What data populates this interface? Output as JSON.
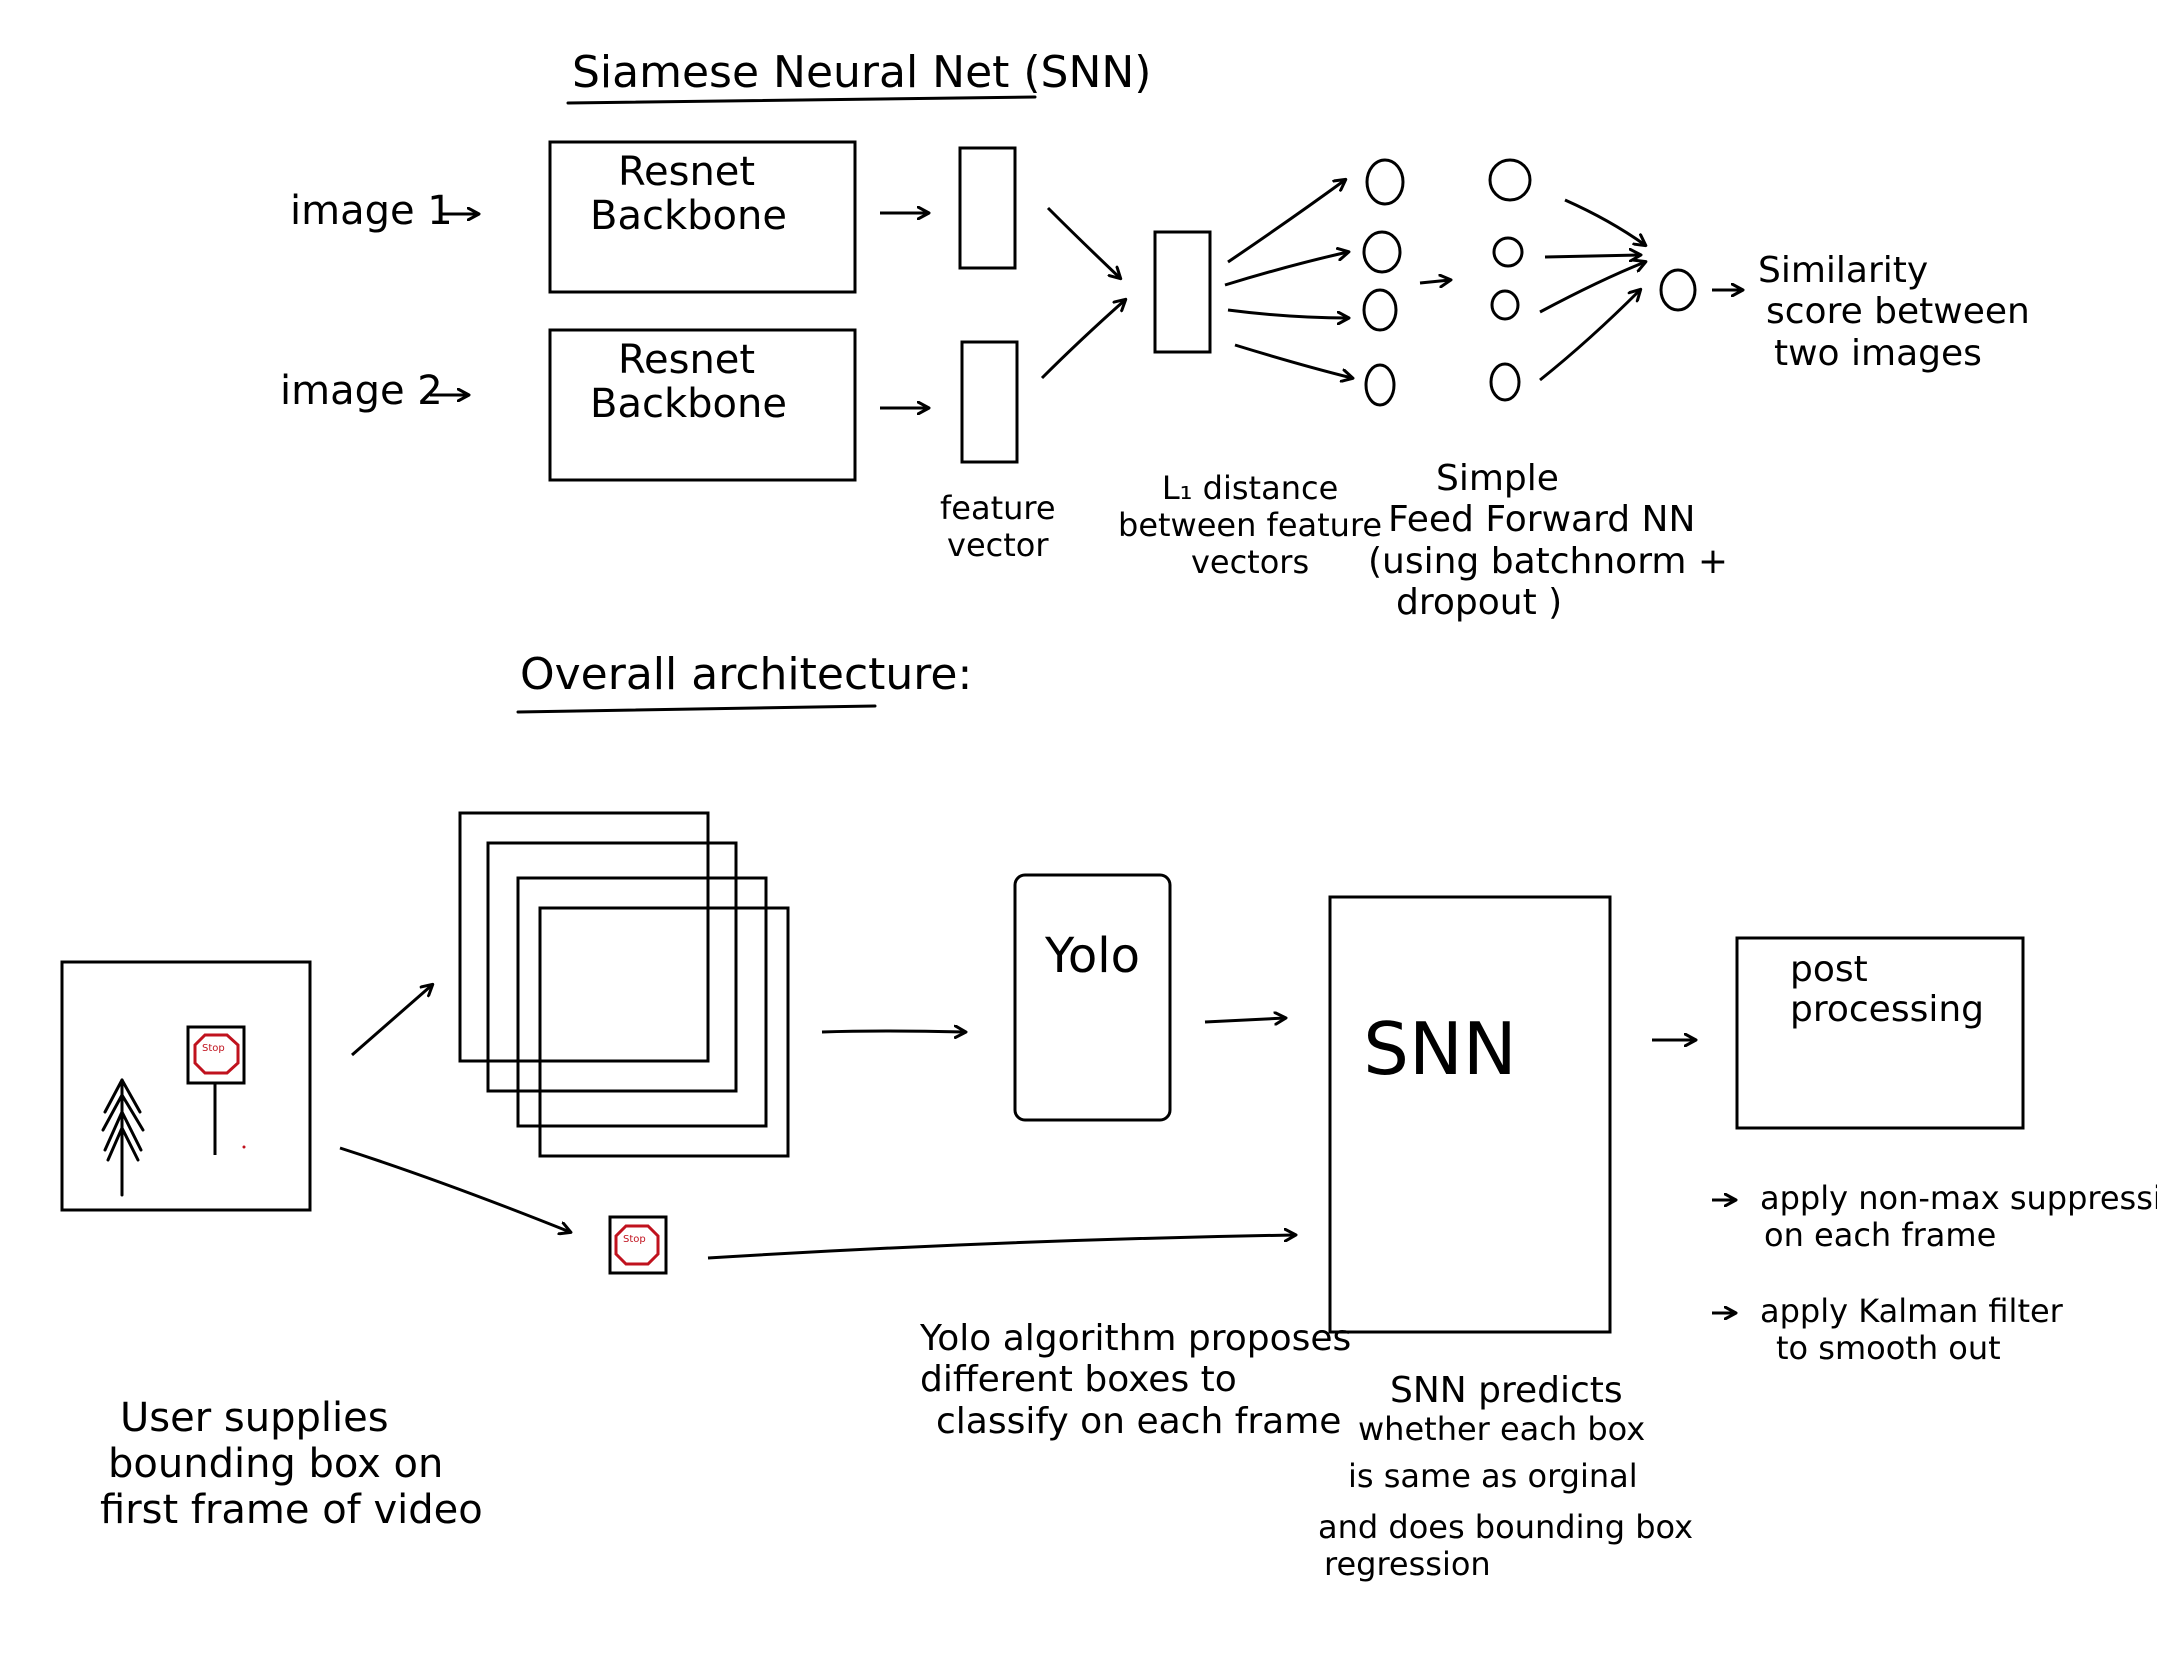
{
  "diagram": {
    "snn_section": {
      "title": "Siamese Neural Net (SNN)",
      "input_1": "image 1",
      "input_2": "image 2",
      "backbone_1": {
        "line1": "Resnet",
        "line2": "Backbone"
      },
      "backbone_2": {
        "line1": "Resnet",
        "line2": "Backbone"
      },
      "feature_vector_label": {
        "line1": "feature",
        "line2": "vector"
      },
      "l1_label": {
        "line1": "L₁ distance",
        "line2": "between feature",
        "line3": "vectors"
      },
      "ffnn_label": {
        "line1": "Simple",
        "line2": "Feed Forward NN",
        "line3": "(using batchnorm +",
        "line4": "dropout )"
      },
      "output_label": {
        "line1": "Similarity",
        "line2": "score between",
        "line3": "two images"
      }
    },
    "architecture_section": {
      "title": "Overall architecture:",
      "stop_sign_text": "Stop",
      "stop_sign_small_text": "Stop",
      "yolo_box": "Yolo",
      "snn_box": "SNN",
      "post_box": {
        "line1": "post",
        "line2": "processing"
      },
      "user_caption": {
        "line1": "User supplies",
        "line2": "bounding box on",
        "line3": "first frame of video"
      },
      "yolo_caption": {
        "line1": "Yolo algorithm proposes",
        "line2": "different boxes to",
        "line3": "classify on each frame"
      },
      "snn_caption": {
        "line1": "SNN predicts",
        "line2": "whether each box",
        "line3": "is same as orginal",
        "line4": "and does bounding box",
        "line5": "regression"
      },
      "post_steps": [
        {
          "line1": "apply non-max suppression",
          "line2": "on each frame"
        },
        {
          "line1": "apply Kalman filter",
          "line2": "to smooth out"
        }
      ]
    },
    "colors": {
      "ink": "#000000",
      "stop_red": "#c0121e"
    }
  }
}
